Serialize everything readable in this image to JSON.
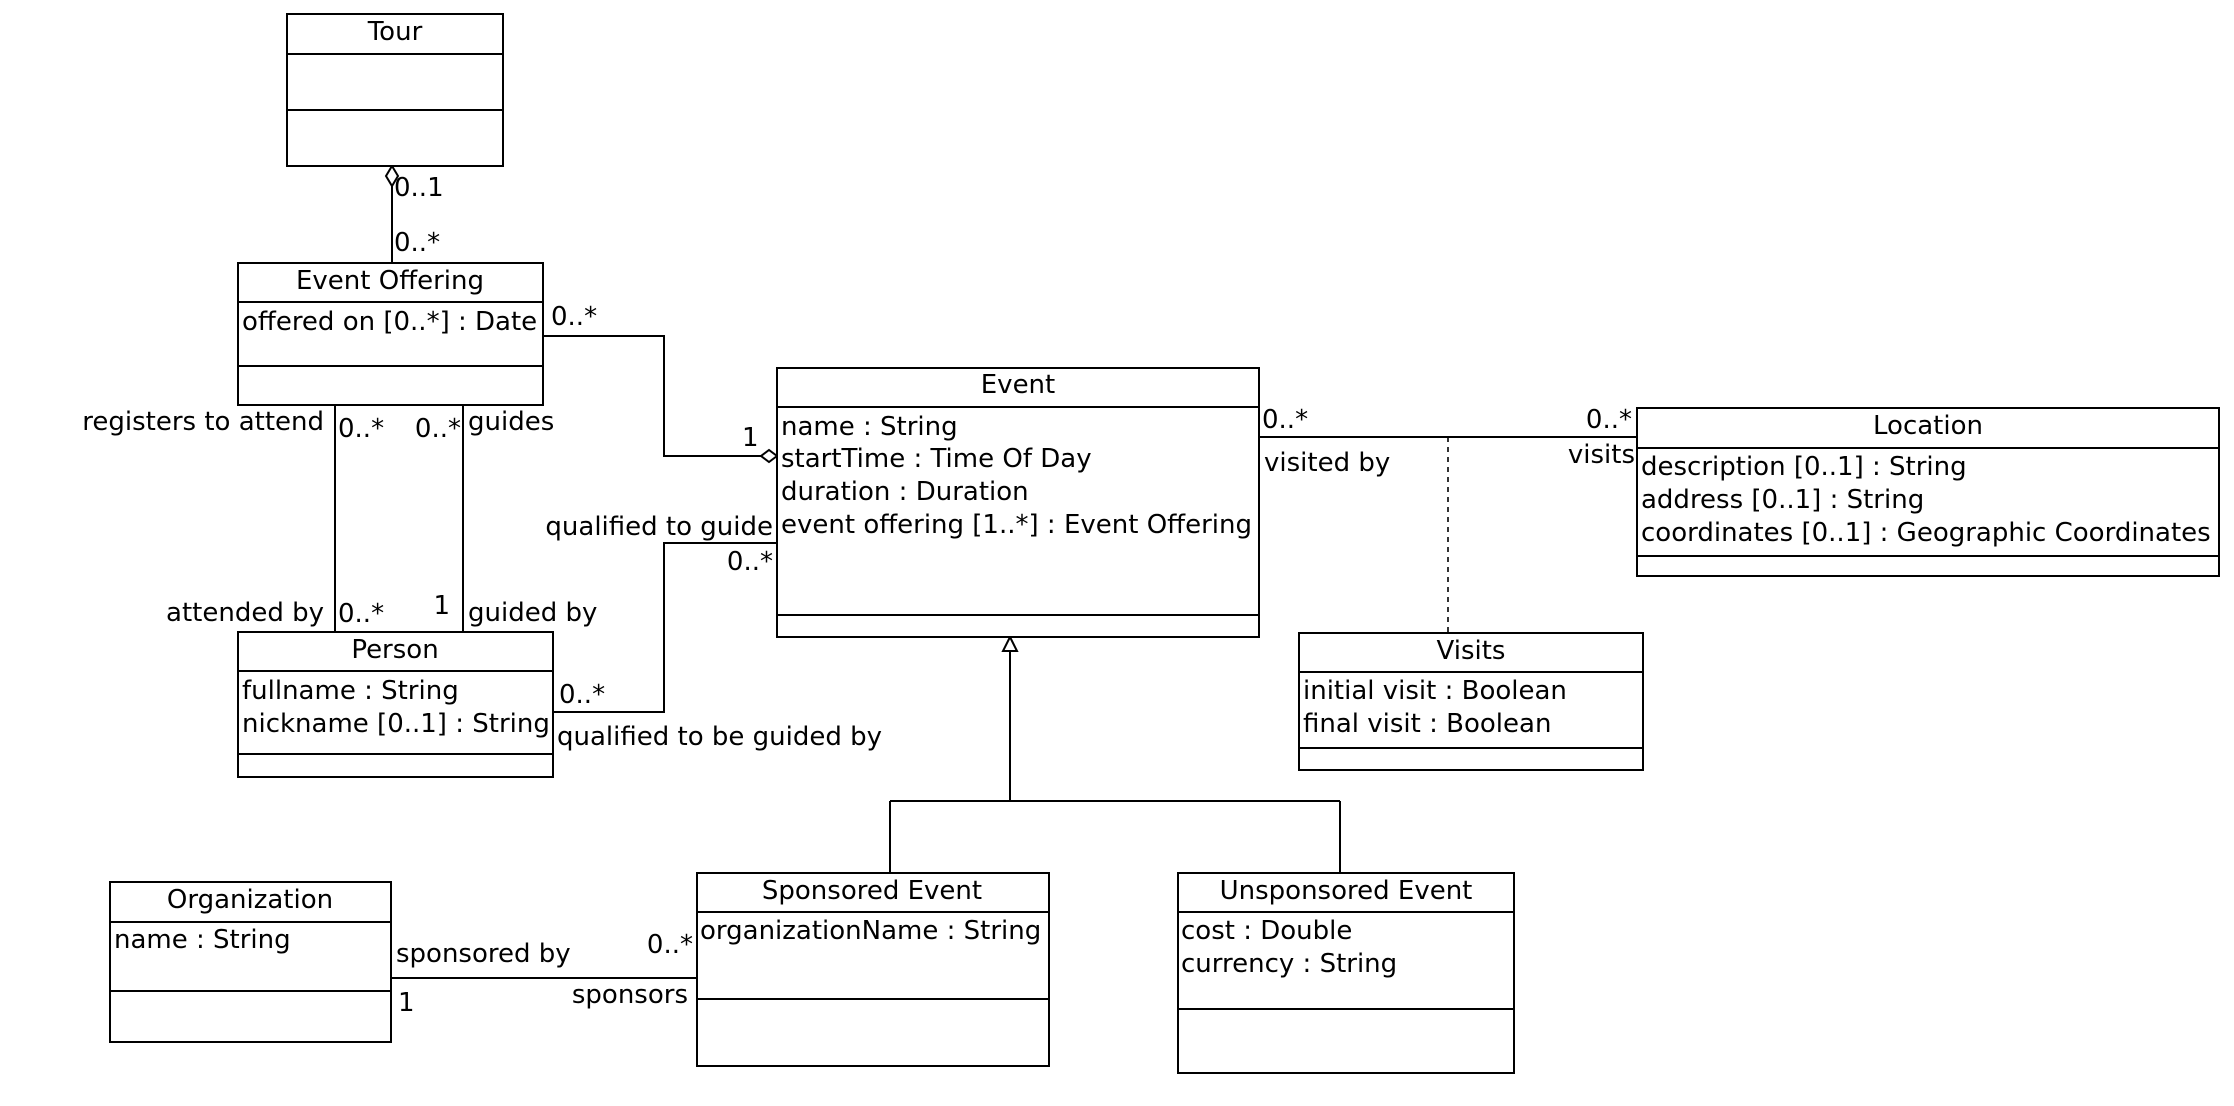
{
  "classes": {
    "tour": {
      "name": "Tour",
      "attributes": []
    },
    "event_offering": {
      "name": "Event Offering",
      "attributes": [
        "offered on [0..*] : Date"
      ]
    },
    "event": {
      "name": "Event",
      "attributes": [
        "name : String",
        "startTime : Time Of Day",
        "duration : Duration",
        "event offering [1..*] : Event Offering"
      ]
    },
    "location": {
      "name": "Location",
      "attributes": [
        "description [0..1] : String",
        "address [0..1] : String",
        "coordinates [0..1] : Geographic Coordinates"
      ]
    },
    "person": {
      "name": "Person",
      "attributes": [
        "fullname : String",
        "nickname [0..1] : String"
      ]
    },
    "visits": {
      "name": "Visits",
      "attributes": [
        "initial visit : Boolean",
        "final visit : Boolean"
      ]
    },
    "organization": {
      "name": "Organization",
      "attributes": [
        "name : String"
      ]
    },
    "sponsored_event": {
      "name": "Sponsored Event",
      "attributes": [
        "organizationName : String"
      ]
    },
    "unsponsored_event": {
      "name": "Unsponsored Event",
      "attributes": [
        "cost : Double",
        "currency : String"
      ]
    }
  },
  "associations": {
    "tour_offering": {
      "mult_tour": "0..1",
      "mult_offering": "0..*"
    },
    "offering_event": {
      "mult_offering": "0..*",
      "mult_event": "1"
    },
    "attends": {
      "role_offering": "registers to attend",
      "mult_offering": "0..*",
      "role_person": "attended by",
      "mult_person": "0..*"
    },
    "guides": {
      "role_offering": "guides",
      "mult_offering": "0..*",
      "role_person": "guided by",
      "mult_person": "1"
    },
    "qualified": {
      "role_event": "qualified to guide",
      "mult_event": "0..*",
      "role_person": "qualified to be guided by",
      "mult_person": "0..*"
    },
    "visit": {
      "mult_event": "0..*",
      "role_event": "visited by",
      "mult_location": "0..*",
      "role_location": "visits"
    },
    "sponsorship": {
      "role_org": "sponsored by",
      "mult_org": "1",
      "role_event": "sponsors",
      "mult_event": "0..*"
    }
  }
}
